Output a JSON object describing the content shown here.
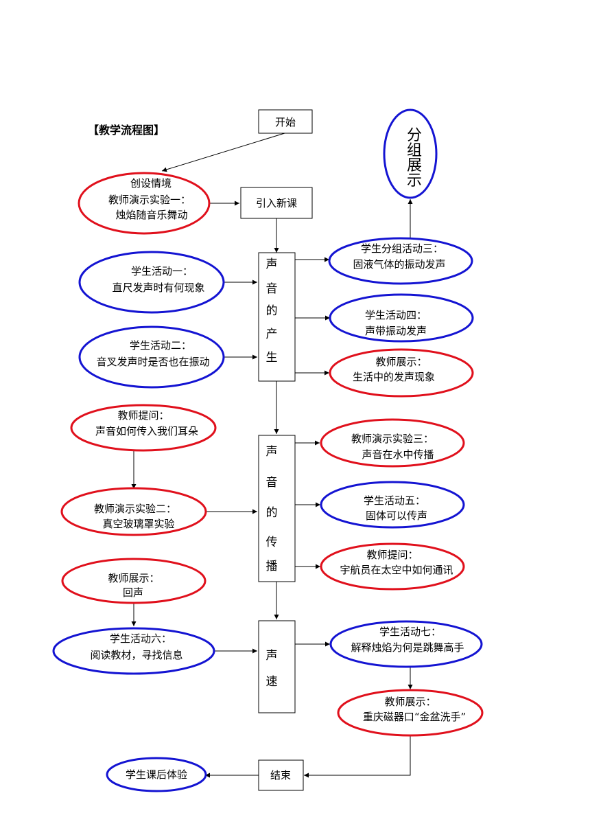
{
  "title": "【教学流程图】",
  "boxes": {
    "start": "开始",
    "intro": "引入新课",
    "end": "结束",
    "production": [
      "声",
      "音",
      "的",
      "产",
      "生"
    ],
    "propagation": [
      "声",
      "音",
      "的",
      "传",
      "播"
    ],
    "speed": [
      "声",
      "速"
    ]
  },
  "ellipses": {
    "scenario": [
      "创设情境",
      "教师演示实验一：",
      "烛焰随音乐舞动"
    ],
    "group_show": [
      "分",
      "组",
      "展",
      "示"
    ],
    "act3": [
      "学生分组活动三：",
      "固液气体的振动发声"
    ],
    "act1": [
      "学生活动一：",
      "直尺发声时有何现象"
    ],
    "act4": [
      "学生活动四：",
      "声带振动发声"
    ],
    "act2": [
      "学生活动二：",
      "音叉发声时是否也在振动"
    ],
    "show1": [
      "教师展示：",
      "生活中的发声现象"
    ],
    "ask1": [
      "教师提问：",
      "声音如何传入我们耳朵"
    ],
    "demo3": [
      "教师演示实验三：",
      "声音在水中传播"
    ],
    "demo2": [
      "教师演示实验二：",
      "真空玻璃罩实验"
    ],
    "act5": [
      "学生活动五：",
      "固体可以传声"
    ],
    "ask2": [
      "教师提问：",
      "宇航员在太空中如何通讯"
    ],
    "show2": [
      "教师展示：",
      "回声"
    ],
    "act6": [
      "学生活动六：",
      "阅读教材，寻找信息"
    ],
    "act7": [
      "学生活动七：",
      "解释烛焰为何是跳舞高手"
    ],
    "show3": [
      "教师展示：",
      "重庆磁器口“金盆洗手”"
    ],
    "after": [
      "学生课后体验"
    ]
  },
  "colors": {
    "red": "#e0101c",
    "blue": "#1414d2",
    "line": "#000000"
  }
}
